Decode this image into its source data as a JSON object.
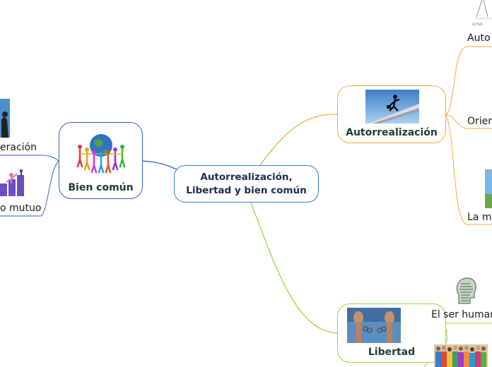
{
  "center": {
    "title_line1": "Autorrealización,",
    "title_line2": "Libertad y bien común"
  },
  "branches": {
    "autorrealizacion": {
      "title": "Autorrealización",
      "color": "#f2a93b"
    },
    "libertad": {
      "title": "Libertad",
      "color": "#8fdc3a"
    },
    "bien_comun": {
      "title": "Bien común",
      "color": "#2f62c8"
    }
  },
  "subtopics": {
    "auto_1": "Auto",
    "auto_2": "Orien",
    "auto_3": "La m",
    "lib_1": "El ser human",
    "bien_1": "eración",
    "bien_2": "o mutuo"
  },
  "icons": {
    "auto_image": "businessman-climbing-stairs-image",
    "lib_image": "broken-chains-hands-image",
    "bien_image": "people-around-globe-image",
    "lib_head_image": "word-cloud-head-image",
    "lib_crowd_image": "crowd-image"
  },
  "top_sketch_label": "ACTIVO"
}
